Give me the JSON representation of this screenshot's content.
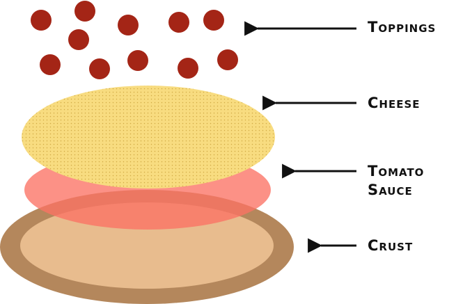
{
  "labels": {
    "toppings": "Toppings",
    "cheese": "Cheese",
    "sauce_line1": "Tomato",
    "sauce_line2": "Sauce",
    "crust": "Crust"
  },
  "colors": {
    "topping": "#a42516",
    "cheese_fill": "#f8dc80",
    "cheese_dots": "#c9a03a",
    "sauce": "#fb7264",
    "crust_outer": "#b4875c",
    "crust_inner": "#e8bc8e",
    "arrow": "#111111",
    "text": "#111111"
  }
}
